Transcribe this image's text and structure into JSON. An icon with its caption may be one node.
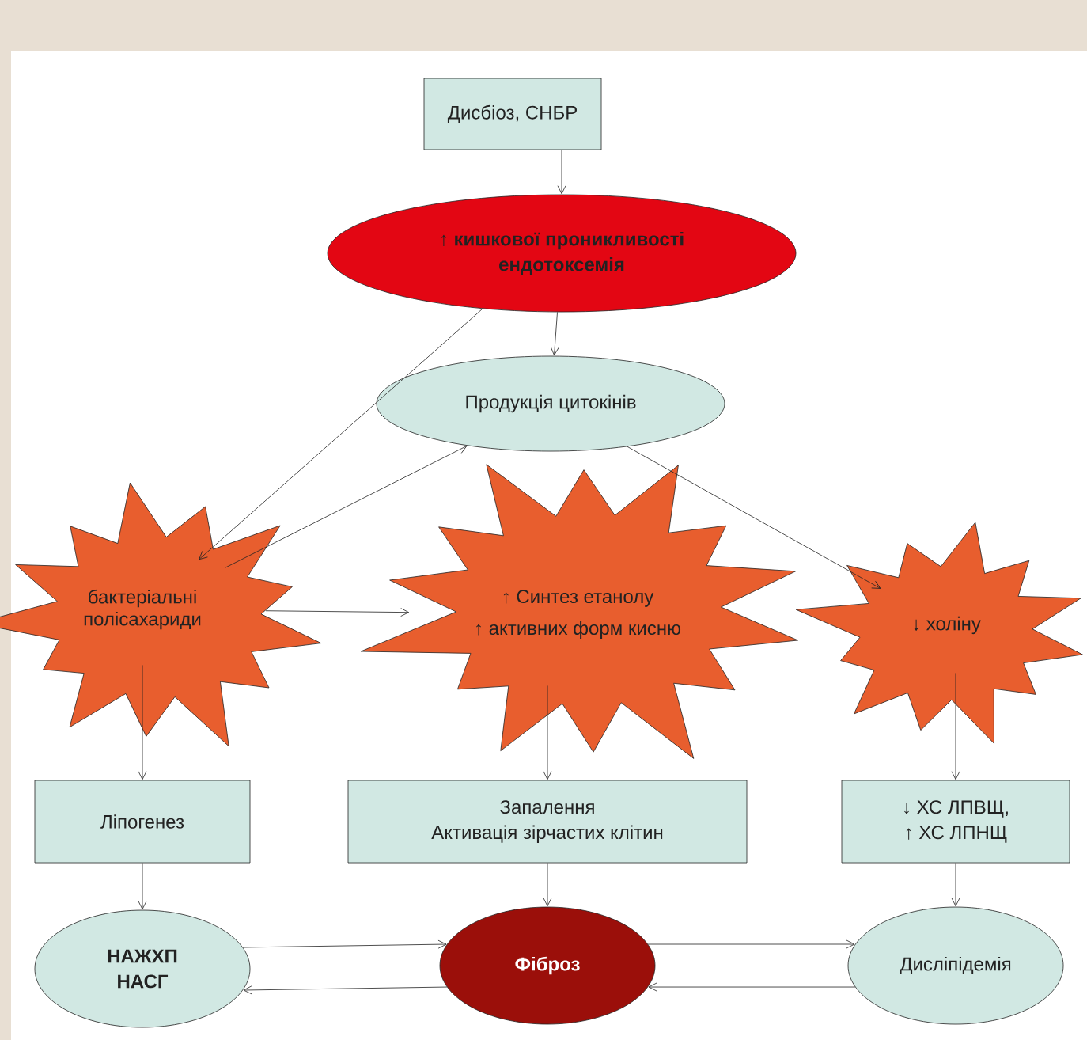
{
  "diagram": {
    "nodes": [
      {
        "text": [
          "Дисбіоз, СНБР"
        ]
      },
      {
        "text": [
          "↑ кишкової проникливості",
          "ендотоксемія"
        ]
      },
      {
        "text": [
          "Продукція цитокінів"
        ]
      },
      {
        "text": [
          "бактеріальні полісахариди"
        ]
      },
      {
        "text": [
          "↑ Синтез етанолу",
          "↑ активних форм кисню"
        ]
      },
      {
        "text": [
          "↓ холіну"
        ]
      },
      {
        "text": [
          "Ліпогенез"
        ]
      },
      {
        "text": [
          "Запалення",
          "Активація зірчастих клітин"
        ]
      },
      {
        "text": [
          "↓ ХС ЛПВЩ,",
          "↑ ХС ЛПНЩ"
        ]
      },
      {
        "text": [
          "НАЖХП",
          "НАСГ"
        ]
      },
      {
        "text": [
          "Фіброз"
        ]
      },
      {
        "text": [
          "Дисліпідемія"
        ]
      }
    ],
    "edges": [
      {
        "from": 0,
        "to": 1,
        "arrow": "to"
      },
      {
        "from": 1,
        "to": 2,
        "arrow": "to"
      },
      {
        "from": 1,
        "to": 3,
        "arrow": "to"
      },
      {
        "from": 3,
        "to": 2,
        "arrow": "to"
      },
      {
        "from": 2,
        "to": 5,
        "arrow": "to"
      },
      {
        "from": 3,
        "to": 4,
        "arrow": "to"
      },
      {
        "from": 3,
        "to": 6,
        "arrow": "to"
      },
      {
        "from": 4,
        "to": 7,
        "arrow": "to"
      },
      {
        "from": 5,
        "to": 8,
        "arrow": "to"
      },
      {
        "from": 6,
        "to": 9,
        "arrow": "to"
      },
      {
        "from": 7,
        "to": 10,
        "arrow": "to"
      },
      {
        "from": 8,
        "to": 11,
        "arrow": "to"
      },
      {
        "from": 9,
        "to": 10,
        "arrow": "to"
      },
      {
        "from": 10,
        "to": 9,
        "arrow": "to"
      },
      {
        "from": 10,
        "to": 11,
        "arrow": "to"
      },
      {
        "from": 11,
        "to": 10,
        "arrow": "to"
      }
    ]
  }
}
